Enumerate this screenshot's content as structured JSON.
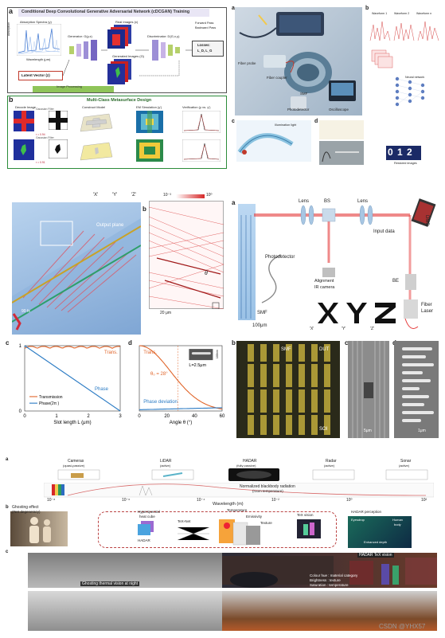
{
  "fig1": {
    "panel_a": "a",
    "title_a": "Conditional Deep Convolutional Generative Adversarial Network (cDCGAN) Training",
    "absorption_label": "Absorption Spectra (y)",
    "wavelength_label": "Wavelength (μm)",
    "absorption_axis": "Absorption",
    "generator": "Generator: G(y,z)",
    "real_images": "Real Images (x)",
    "generated_images": "Generated Images (G)",
    "discriminator": "Discriminator: D(G,x,y)",
    "forward_pass": "Forward Pass",
    "backward_pass": "Backward Pass",
    "losses": "Losses:",
    "losses_formula": "L_D, L_G",
    "latent": "Latent Vector (z)",
    "image_processing": "Image Processing",
    "panel_b": "b",
    "title_b": "Multi-Class Metasurface Design",
    "decode": "Decode Image",
    "construct": "Construct Model",
    "emsim": "EM Simulation (y')",
    "verify": "Verification (y vs. y')",
    "gaussian": "Gaussian Filter",
    "r1": "r = 0.94",
    "r2": "r = 0.91"
  },
  "fig2": {
    "panel_a": "a",
    "panel_b": "b",
    "panel_c": "c",
    "panel_d": "d",
    "smf": "SMF",
    "oscilloscope": "Oscilloscope",
    "fiber_probe": "Fiber probe",
    "fiber_coupler": "Fiber coupler",
    "photodetector": "Photodetector",
    "illum": "Illumination light",
    "neural": "Neural network",
    "restored": "Restored images",
    "digits": "0 1 2",
    "w1": "Waveform 1",
    "w2": "Waveform 2",
    "wn": "Waveform n"
  },
  "fig3": {
    "panel_a": "a",
    "panel_b": "b",
    "panel_c": "c",
    "panel_d": "d",
    "x_lbl": "'X'",
    "y_lbl": "'Y'",
    "z_lbl": "'Z'",
    "output_plane": "Output plane",
    "pulse": "90 fs",
    "cb_min": "10⁻³",
    "cb_max": "10⁰",
    "scale_b": "20 μm",
    "theta": "θ",
    "c_xlabel": "Slot length L (μm)",
    "c_trans": "Trans.",
    "c_phase": "Phase",
    "legend_t": "Transmission",
    "legend_p": "Phase(2π )",
    "d_xlabel": "Angle θ (°)",
    "d_trans": "Trans.",
    "d_theta": "θ₀ = 28°",
    "d_phase": "Phase deviation",
    "d_len": "L=2.5μm",
    "d_nm": "100nm"
  },
  "fig4": {
    "panel_a": "a",
    "panel_b": "b",
    "panel_c": "c",
    "panel_d": "d",
    "lens": "Lens",
    "bs": "BS",
    "dmd": "DMD",
    "input_data": "Input data",
    "photodetector": "Photodetector",
    "alignment": "Alignment",
    "ir_camera": "IR camera",
    "be": "BE",
    "fiber": "Fiber",
    "laser": "Laser",
    "smf": "SMF",
    "scale": "100μm",
    "x_lbl": "'X'",
    "y_lbl": "'Y'",
    "z_lbl": "'Z'",
    "dut": "DUT",
    "soi": "SOI",
    "smf2": "SMF",
    "scale_c": "5μm",
    "scale_d": "1μm"
  },
  "fig5": {
    "panel_a": "a",
    "panel_b": "b",
    "panel_c": "c",
    "cameras": "Cameras",
    "cameras_sub": "(quasi-passive)",
    "lidar": "LiDAR",
    "lidar_sub": "(active)",
    "hadar": "HADAR",
    "hadar_sub": "(fully passive)",
    "radar": "Radar",
    "radar_sub": "(active)",
    "sonar": "Sonar",
    "sonar_sub": "(active)",
    "norm_rad": "Normalized blackbody radiation",
    "room_temp": "(room temperature)",
    "wavelength": "Wavelength (m)",
    "ghosting": "Ghosting effect",
    "tex_deg": "(TeX degeneracy)",
    "hyper": "Hyperspectral",
    "heat_cube": "heat cube",
    "hadar2": "HADAR",
    "texnet": "TeX-Net",
    "temperature": "Temperature",
    "emissivity": "Emissivity",
    "texture": "Texture",
    "texvision": "TeX vision",
    "perception": "HADAR perception",
    "eyes": "Eyesdrop",
    "human": "Human",
    "body": "body",
    "enhanced": "Enhanced depth",
    "c_left": "Ghosting thermal vision at night",
    "c_right": "HADAR TeX vision",
    "colour1": "Colour hue : material category",
    "colour2": "Brightness : texture",
    "colour3": "Saturation : temperature",
    "ticks": [
      "10⁻⁸",
      "10⁻⁶",
      "10⁻⁴",
      "10⁻²",
      "10⁰",
      "10²"
    ]
  },
  "watermark": "CSDN @YHX57"
}
